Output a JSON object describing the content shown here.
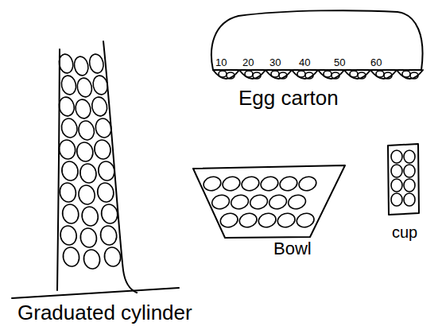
{
  "diagram": {
    "nodes": [
      {
        "text": [
          "Egg carton"
        ]
      },
      {
        "text": [
          "Graduated cylinder"
        ]
      },
      {
        "text": [
          "Bowl"
        ]
      },
      {
        "text": [
          "cup"
        ]
      }
    ],
    "labels": [
      "10",
      "20",
      "30",
      "40",
      "50",
      "60"
    ]
  }
}
